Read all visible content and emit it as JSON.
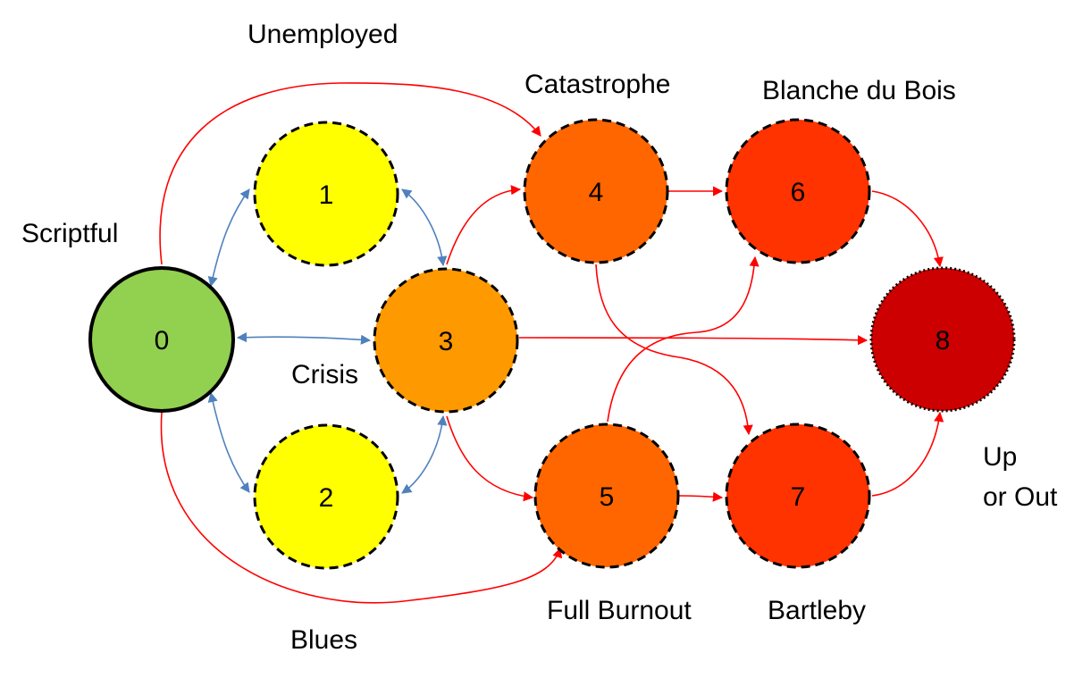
{
  "colors": {
    "red_edge": "#ff0000",
    "blue_edge": "#4f81bd",
    "node_outline": "#000000"
  },
  "nodes": [
    {
      "id": "0",
      "label": "0",
      "fill": "#92d050",
      "outline": "solid"
    },
    {
      "id": "1",
      "label": "1",
      "fill": "#ffff00",
      "outline": "dashed"
    },
    {
      "id": "2",
      "label": "2",
      "fill": "#ffff00",
      "outline": "dashed"
    },
    {
      "id": "3",
      "label": "3",
      "fill": "#ff9900",
      "outline": "dashed"
    },
    {
      "id": "4",
      "label": "4",
      "fill": "#ff6600",
      "outline": "dashed"
    },
    {
      "id": "5",
      "label": "5",
      "fill": "#ff6600",
      "outline": "dashed"
    },
    {
      "id": "6",
      "label": "6",
      "fill": "#ff3300",
      "outline": "dashed"
    },
    {
      "id": "7",
      "label": "7",
      "fill": "#ff3300",
      "outline": "dashed"
    },
    {
      "id": "8",
      "label": "8",
      "fill": "#cc0000",
      "outline": "dotted"
    }
  ],
  "state_labels": {
    "scriptful": "Scriptful",
    "unemployed": "Unemployed",
    "catastrophe": "Catastrophe",
    "blanche": "Blanche du Bois",
    "crisis": "Crisis",
    "blues": "Blues",
    "full_burnout": "Full Burnout",
    "bartleby": "Bartleby",
    "up_or_out_1": "Up",
    "up_or_out_2": "or Out"
  },
  "edges": [
    {
      "from": "0",
      "to": "1",
      "color": "blue",
      "direction": "both"
    },
    {
      "from": "0",
      "to": "2",
      "color": "blue",
      "direction": "both"
    },
    {
      "from": "0",
      "to": "3",
      "color": "blue",
      "direction": "both"
    },
    {
      "from": "1",
      "to": "3",
      "color": "blue",
      "direction": "both"
    },
    {
      "from": "2",
      "to": "3",
      "color": "blue",
      "direction": "both"
    },
    {
      "from": "0",
      "to": "4",
      "color": "red",
      "direction": "forward"
    },
    {
      "from": "0",
      "to": "5",
      "color": "red",
      "direction": "forward"
    },
    {
      "from": "3",
      "to": "4",
      "color": "red",
      "direction": "forward"
    },
    {
      "from": "3",
      "to": "5",
      "color": "red",
      "direction": "forward"
    },
    {
      "from": "3",
      "to": "8",
      "color": "red",
      "direction": "forward"
    },
    {
      "from": "4",
      "to": "6",
      "color": "red",
      "direction": "forward"
    },
    {
      "from": "4",
      "to": "7",
      "color": "red",
      "direction": "forward"
    },
    {
      "from": "5",
      "to": "6",
      "color": "red",
      "direction": "forward"
    },
    {
      "from": "5",
      "to": "7",
      "color": "red",
      "direction": "forward"
    },
    {
      "from": "6",
      "to": "8",
      "color": "red",
      "direction": "forward"
    },
    {
      "from": "7",
      "to": "8",
      "color": "red",
      "direction": "forward"
    }
  ]
}
